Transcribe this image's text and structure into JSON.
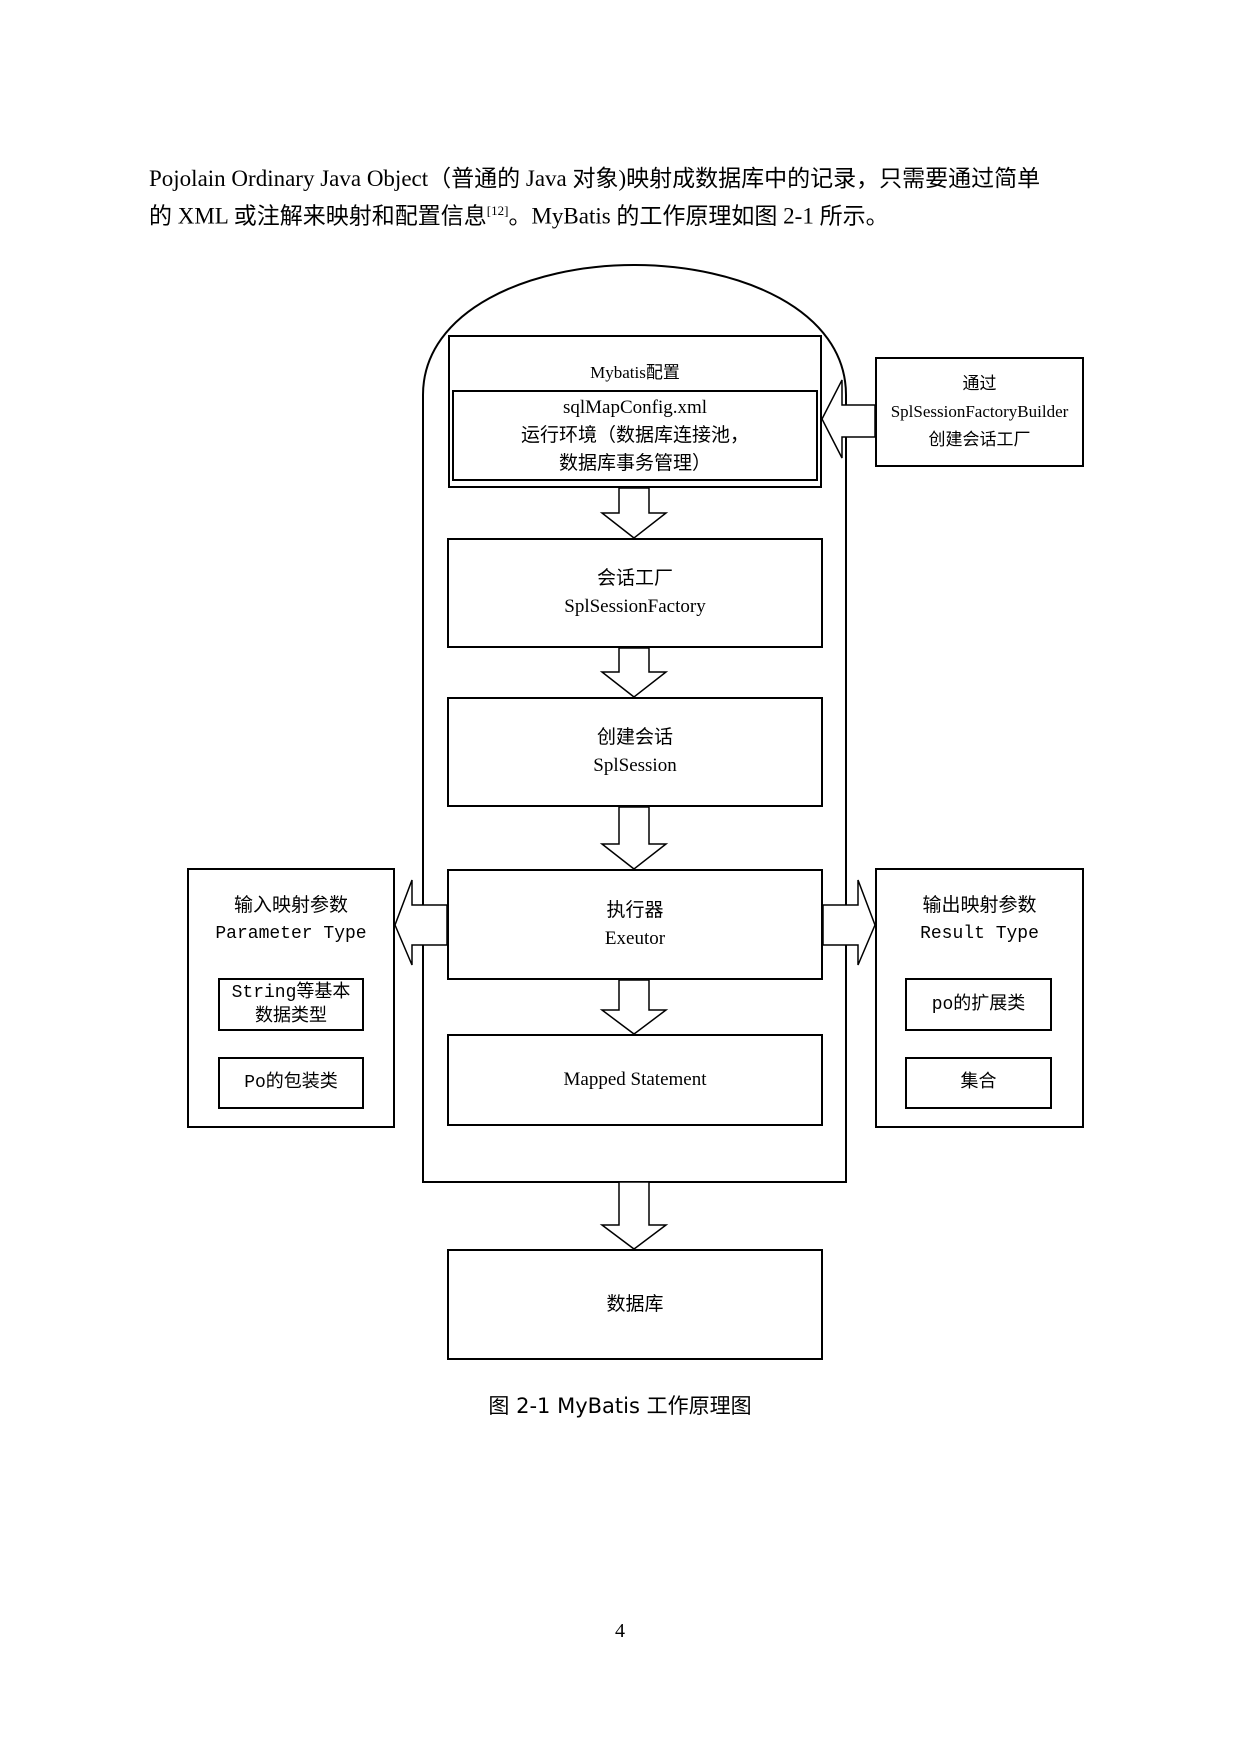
{
  "paragraph": {
    "line1": "Pojolain Ordinary Java Object（普通的 Java 对象)映射成数据库中的记录，只需要通过简单",
    "line2_a": "的 XML 或注解来映射和配置信息",
    "citation": "[12]",
    "line2_b": "。MyBatis 的工作原理如图 2-1 所示。"
  },
  "diagram": {
    "config": {
      "title": "Mybatis配置",
      "file": "sqlMapConfig.xml",
      "line2": "运行环境（数据库连接池，",
      "line3": "数据库事务管理）"
    },
    "builder": {
      "line1": "通过",
      "line2": "SplSessionFactoryBuilder",
      "line3": "创建会话工厂"
    },
    "factory": {
      "line1": "会话工厂",
      "line2": "SplSessionFactory"
    },
    "session": {
      "line1": "创建会话",
      "line2": "SplSession"
    },
    "executor": {
      "line1": "执行器",
      "line2": "Exeutor"
    },
    "mapped": {
      "line1": "Mapped Statement"
    },
    "database": {
      "line1": "数据库"
    },
    "input": {
      "title": "输入映射参数",
      "subtitle": "Parameter Type",
      "item1": "String等基本数据类型",
      "item2": "Po的包装类"
    },
    "output": {
      "title": "输出映射参数",
      "subtitle": "Result Type",
      "item1": "po的扩展类",
      "item2": "集合"
    }
  },
  "caption": "图 2-1  MyBatis 工作原理图",
  "page_number": "4"
}
